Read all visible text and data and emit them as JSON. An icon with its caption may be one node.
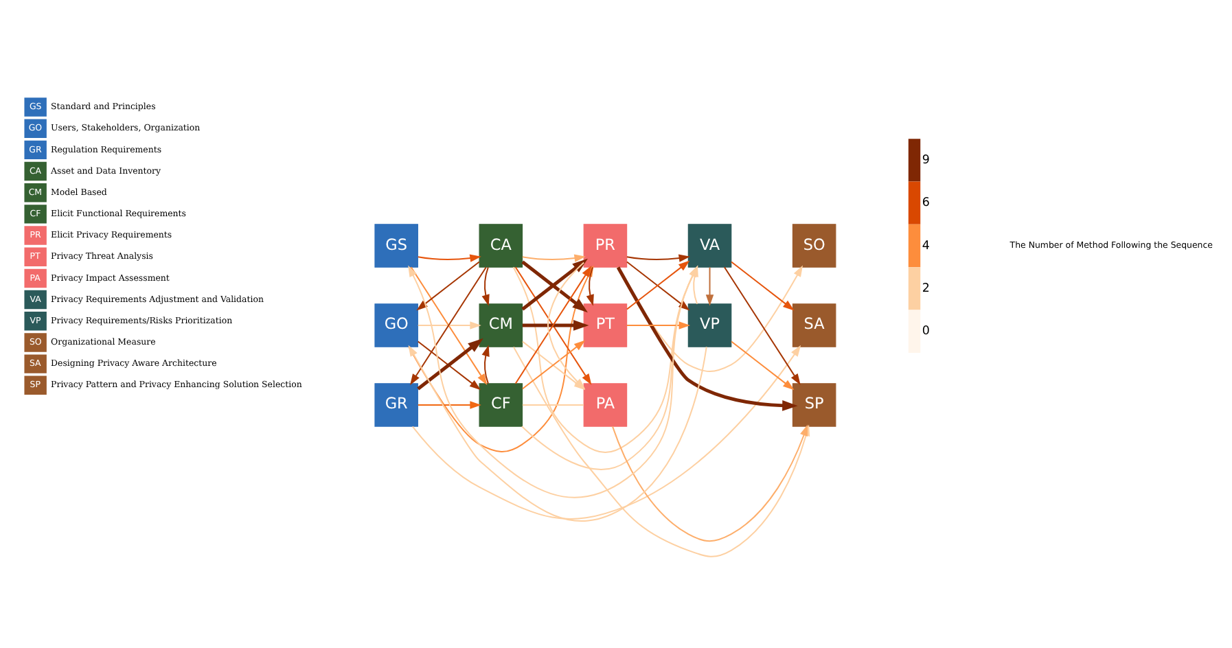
{
  "diagram": {
    "nodes": [
      {
        "text": [
          "GS"
        ]
      },
      {
        "text": [
          "GO"
        ]
      },
      {
        "text": [
          "GR"
        ]
      },
      {
        "text": [
          "CA"
        ]
      },
      {
        "text": [
          "CM"
        ]
      },
      {
        "text": [
          "CF"
        ]
      },
      {
        "text": [
          "PR"
        ]
      },
      {
        "text": [
          "PT"
        ]
      },
      {
        "text": [
          "PA"
        ]
      },
      {
        "text": [
          "VA"
        ]
      },
      {
        "text": [
          "VP"
        ]
      },
      {
        "text": [
          "SO"
        ]
      },
      {
        "text": [
          "SA"
        ]
      },
      {
        "text": [
          "SP"
        ]
      }
    ],
    "edges": [
      {
        "from": 0,
        "to": 3,
        "arrow": "to",
        "color": "#e6550d"
      },
      {
        "from": 0,
        "to": 5,
        "arrow": "to",
        "color": "#fd8d3c"
      },
      {
        "from": 3,
        "to": 6,
        "arrow": "to",
        "color": "#fdae6b"
      },
      {
        "from": 6,
        "to": 11,
        "arrow": "to",
        "color": "#fdd0a2"
      },
      {
        "from": 9,
        "to": 0,
        "arrow": "to",
        "color": "#fdd0a2"
      },
      {
        "from": 3,
        "to": 1,
        "arrow": "to",
        "color": "#a63603"
      },
      {
        "from": 3,
        "to": 2,
        "arrow": "to",
        "color": "#a63603"
      },
      {
        "from": 3,
        "to": 4,
        "arrow": "to",
        "color": "#a63603"
      },
      {
        "from": 3,
        "to": 7,
        "arrow": "to",
        "color": "#7f2704",
        "style": "thick"
      },
      {
        "from": 3,
        "to": 8,
        "arrow": "to",
        "color": "#e6550d"
      },
      {
        "from": 3,
        "to": 9,
        "arrow": "to",
        "color": "#fdd0a2"
      },
      {
        "from": 1,
        "to": 6,
        "arrow": "to",
        "color": "#fd8d3c"
      },
      {
        "from": 1,
        "to": 4,
        "arrow": "to",
        "color": "#fdd0a2"
      },
      {
        "from": 10,
        "to": 1,
        "arrow": "to",
        "color": "#fdd0a2"
      },
      {
        "from": 1,
        "to": 5,
        "arrow": "to",
        "color": "#a63603"
      },
      {
        "from": 4,
        "to": 7,
        "arrow": "to",
        "color": "#7f2704",
        "style": "thick"
      },
      {
        "from": 4,
        "to": 6,
        "arrow": "to",
        "color": "#7f2704",
        "style": "thick"
      },
      {
        "from": 4,
        "to": 8,
        "arrow": "to",
        "color": "#fdd0a2"
      },
      {
        "from": 4,
        "to": 13,
        "arrow": "to",
        "color": "#fdd0a2"
      },
      {
        "from": 2,
        "to": 5,
        "arrow": "to",
        "color": "#f16913"
      },
      {
        "from": 2,
        "to": 4,
        "arrow": "to",
        "color": "#7f2704",
        "style": "thick"
      },
      {
        "from": 2,
        "to": 12,
        "arrow": "to",
        "color": "#fdd0a2"
      },
      {
        "from": 5,
        "to": 4,
        "arrow": "to",
        "color": "#a63603"
      },
      {
        "from": 5,
        "to": 6,
        "arrow": "to",
        "color": "#e6550d"
      },
      {
        "from": 5,
        "to": 7,
        "arrow": "to",
        "color": "#fd8d3c"
      },
      {
        "from": 5,
        "to": 9,
        "arrow": "to",
        "color": "#fdd0a2"
      },
      {
        "from": 5,
        "to": 8,
        "arrow": "none",
        "color": "#fdd0a2"
      },
      {
        "from": 6,
        "to": 7,
        "arrow": "to",
        "color": "#a63603"
      },
      {
        "from": 6,
        "to": 9,
        "arrow": "to",
        "color": "#a63603"
      },
      {
        "from": 6,
        "to": 10,
        "arrow": "to",
        "color": "#a63603"
      },
      {
        "from": 6,
        "to": 13,
        "arrow": "to",
        "color": "#7f2704",
        "style": "thick"
      },
      {
        "from": 6,
        "to": 8,
        "arrow": "to",
        "color": "#fdd0a2"
      },
      {
        "from": 7,
        "to": 9,
        "arrow": "to",
        "color": "#e6550d"
      },
      {
        "from": 7,
        "to": 10,
        "arrow": "to",
        "color": "#fd8d3c"
      },
      {
        "from": 9,
        "to": 10,
        "arrow": "to",
        "color": "#c0703c"
      },
      {
        "from": 10,
        "to": 9,
        "arrow": "to",
        "color": "#fdd0a2"
      },
      {
        "from": 9,
        "to": 12,
        "arrow": "to",
        "color": "#e6550d"
      },
      {
        "from": 9,
        "to": 13,
        "arrow": "to",
        "color": "#a63603"
      },
      {
        "from": 10,
        "to": 13,
        "arrow": "to",
        "color": "#fd8d3c"
      },
      {
        "from": 8,
        "to": 13,
        "arrow": "to",
        "color": "#fdae6b"
      }
    ],
    "labels": [
      "GS",
      "GO",
      "GR",
      "CA",
      "CM",
      "CF",
      "PR",
      "PT",
      "PA",
      "VA",
      "VP",
      "SO",
      "SA",
      "SP",
      "9",
      "6",
      "4",
      "2",
      "0",
      "The Number of Method Following the Sequence"
    ],
    "legend": [
      {
        "text": "Standard and Principles",
        "color": "#2e6fba"
      },
      {
        "text": "Users, Stakeholders, Organization",
        "color": "#2e6fba"
      },
      {
        "text": "Regulation Requirements",
        "color": "#2e6fba"
      },
      {
        "text": "Asset and Data Inventory",
        "color": "#356132"
      },
      {
        "text": "Model Based",
        "color": "#356132"
      },
      {
        "text": "Elicit Functional Requirements",
        "color": "#356132"
      },
      {
        "text": "Elicit Privacy Requirements",
        "color": "#f26b6b"
      },
      {
        "text": "Privacy Threat Analysis",
        "color": "#f26b6b"
      },
      {
        "text": "Privacy Impact Assessment",
        "color": "#f26b6b"
      },
      {
        "text": "Privacy Requirements Adjustment and Validation",
        "color": "#2b5a5a"
      },
      {
        "text": "Privacy Requirements/Risks Prioritization",
        "color": "#2b5a5a"
      },
      {
        "text": "Organizational Measure",
        "color": "#9a5a2c"
      },
      {
        "text": "Designing Privacy Aware Architecture",
        "color": "#9a5a2c"
      },
      {
        "text": "Privacy Pattern and Privacy Enhancing Solution Selection",
        "color": "#9a5a2c"
      }
    ]
  }
}
